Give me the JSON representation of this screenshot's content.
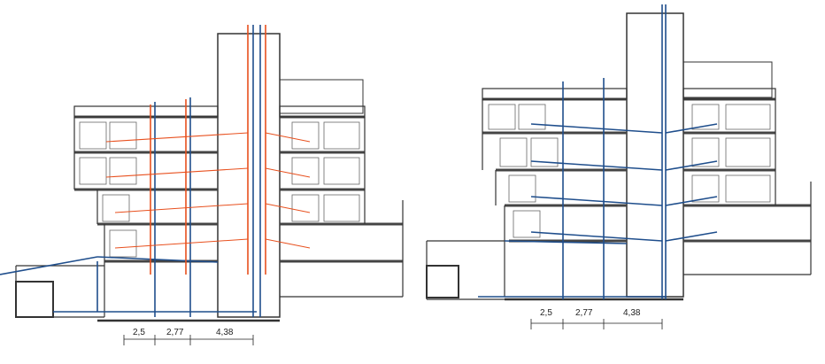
{
  "colors": {
    "structure": "#333333",
    "wall_fill": "#555555",
    "water_pipe": "#1f4e8c",
    "drain_pipe": "#e8501e",
    "dim_line": "#222222"
  },
  "left_section": {
    "dimensions": [
      "2,5",
      "2,77",
      "4,38"
    ]
  },
  "right_section": {
    "dimensions": [
      "2,5",
      "2,77",
      "4,38"
    ]
  }
}
